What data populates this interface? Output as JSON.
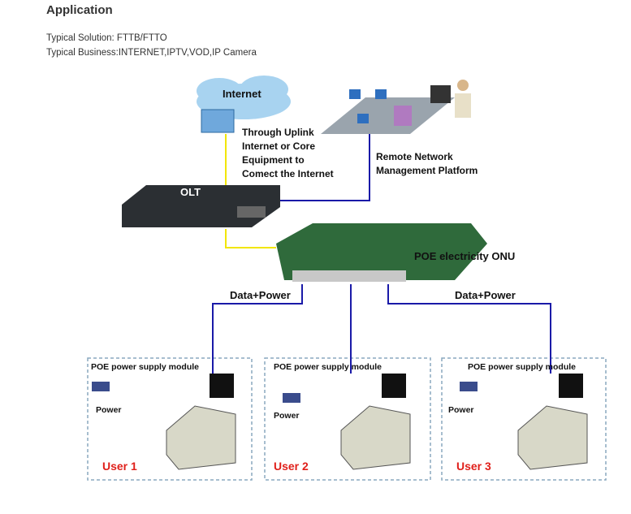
{
  "heading": "Application",
  "typical_solution": "Typical Solution: FTTB/FTTO",
  "typical_business": "Typical Business:INTERNET,IPTV,VOD,IP Camera",
  "diagram": {
    "internet_label": "Internet",
    "uplink_text": [
      "Through Uplink",
      "Internet or Core",
      "Equipment to",
      "Comect the Internet"
    ],
    "remote_text": [
      "Remote Network",
      "Management Platform"
    ],
    "olt_label": "OLT",
    "onu_label": "POE electricity ONU",
    "data_power_left": "Data+Power",
    "data_power_right": "Data+Power",
    "users": [
      {
        "module": "POE power supply module",
        "power": "Power",
        "label": "User 1"
      },
      {
        "module": "POE power supply module",
        "power": "Power",
        "label": "User 2"
      },
      {
        "module": "POE power supply module",
        "power": "Power",
        "label": "User 3"
      }
    ],
    "colors": {
      "link_blue": "#1a1aa8",
      "link_yellow": "#f2e600",
      "user_red": "#e0201b",
      "box_border": "#8aa9bf"
    }
  }
}
